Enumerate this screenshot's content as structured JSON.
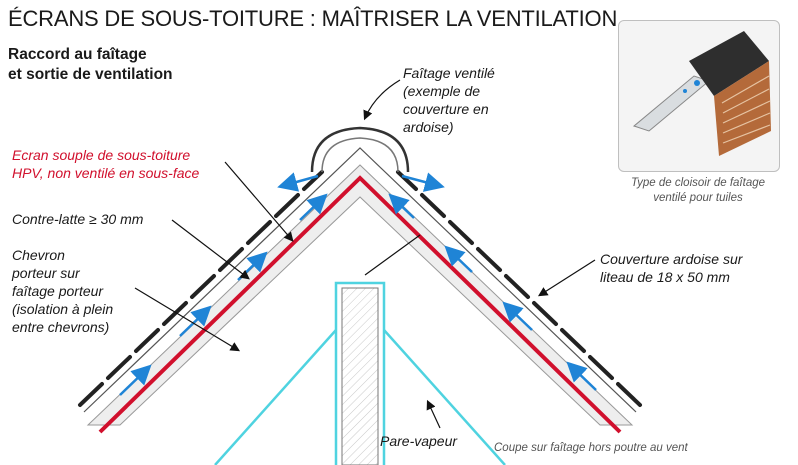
{
  "title": "ÉCRANS DE SOUS-TOITURE : MAÎTRISER LA VENTILATION",
  "subtitle": [
    "Raccord au faîtage",
    "et sortie de ventilation"
  ],
  "labels": {
    "faitage": [
      "Faîtage ventilé",
      "(exemple de",
      "couverture en",
      "ardoise)"
    ],
    "ecran": [
      "Ecran souple de sous-toiture",
      "HPV, non ventilé en sous-face"
    ],
    "contre_latte": "Contre-latte ≥ 30 mm",
    "chevron": [
      "Chevron",
      "porteur sur",
      "faîtage porteur",
      "(isolation à plein",
      "entre chevrons)"
    ],
    "couverture": [
      "Couverture ardoise sur",
      "liteau de 18 x 50 mm"
    ],
    "pare_vapeur": "Pare-vapeur",
    "coupe": "Coupe sur faîtage hors poutre au vent",
    "photo_caption": [
      "Type de cloisoir de faîtage",
      "ventilé pour tuiles"
    ]
  },
  "colors": {
    "membrane": "#d1102d",
    "vapour_barrier": "#4fd3e0",
    "airflow": "#1f84d6",
    "text_red": "#d1102d"
  }
}
